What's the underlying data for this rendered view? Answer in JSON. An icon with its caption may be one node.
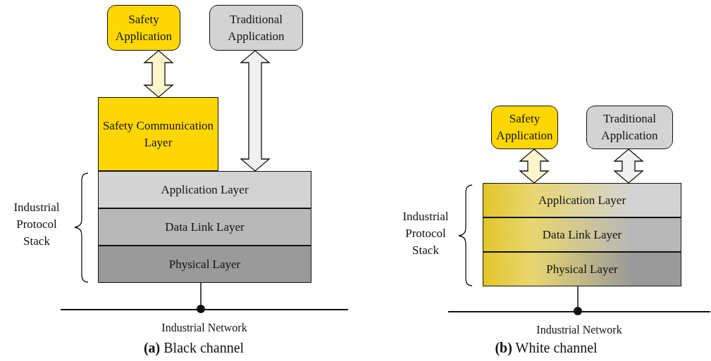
{
  "diagram": {
    "nodes": [
      {
        "text": [
          "Safety Application"
        ]
      },
      {
        "text": [
          "Traditional Application"
        ]
      },
      {
        "text": [
          "Safety Communication Layer"
        ]
      },
      {
        "text": [
          "Application Layer"
        ]
      },
      {
        "text": [
          "Data Link Layer"
        ]
      },
      {
        "text": [
          "Physical Layer"
        ]
      },
      {
        "text": [
          "Industrial Network"
        ]
      },
      {
        "text": [
          "Safety Application"
        ]
      },
      {
        "text": [
          "Traditional Application"
        ]
      },
      {
        "text": [
          "Application Layer"
        ]
      },
      {
        "text": [
          "Data Link Layer"
        ]
      },
      {
        "text": [
          "Physical Layer"
        ]
      },
      {
        "text": [
          "Industrial Network"
        ]
      }
    ],
    "edges": [
      {
        "from": 0,
        "to": 2,
        "arrow": "both",
        "style": "thick",
        "color": "#fff5cc"
      },
      {
        "from": 1,
        "to": 3,
        "arrow": "both",
        "style": "thick",
        "color": "#f0f0f0"
      },
      {
        "from": 5,
        "to": 6,
        "arrow": "other"
      },
      {
        "from": 7,
        "to": 9,
        "arrow": "both",
        "style": "thick",
        "color": "#fff5cc"
      },
      {
        "from": 8,
        "to": 9,
        "arrow": "both",
        "style": "thick",
        "color": "#f0f0f0"
      },
      {
        "from": 11,
        "to": 12,
        "arrow": "other"
      }
    ],
    "labels": [
      "Industrial Protocol Stack",
      "**(a)** Black channel",
      "Industrial Protocol Stack",
      "**(b)** White channel"
    ]
  }
}
